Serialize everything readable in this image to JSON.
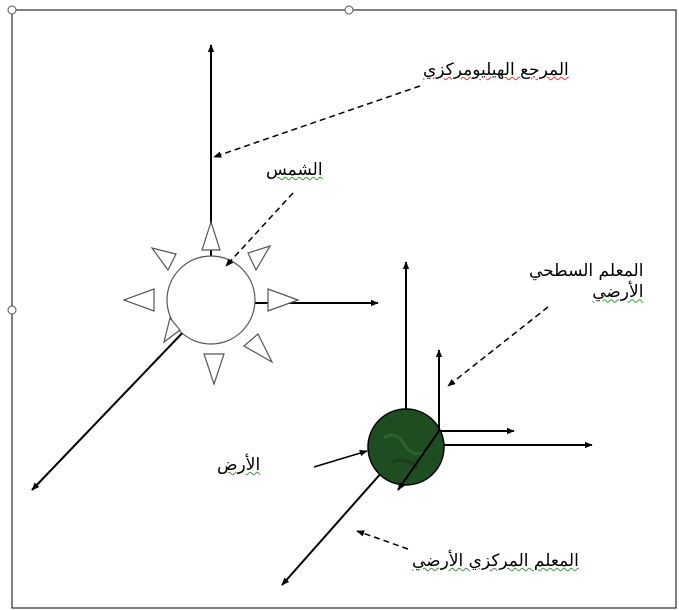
{
  "labels": {
    "heliocentric_frame": "المرجع الهيليومركزي",
    "sun": "الشمس",
    "earth_surface_frame_line1": "المعلم السطحي",
    "earth_surface_frame_line2": "الأرضي",
    "earth": "الأرض",
    "geocentric_frame": "المعلم المركزي الأرضي"
  },
  "colors": {
    "earth_fill": "#1e4d22",
    "line": "#000000",
    "frame_border": "#000000"
  }
}
